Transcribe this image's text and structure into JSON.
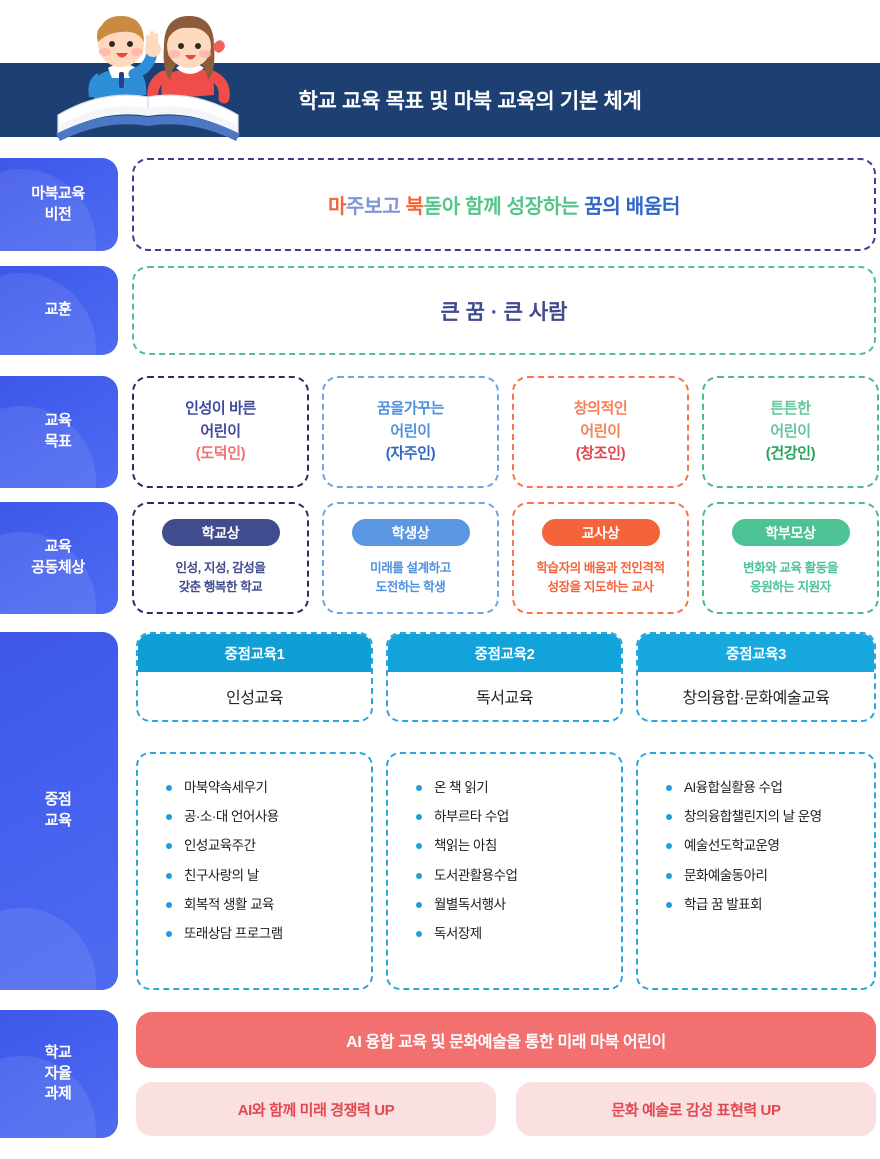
{
  "header": {
    "title": "학교 교육 목표 및 마북 교육의 기본 체계",
    "band_color": "#1d3f72",
    "illustration": "two-children-reading-book-illustration"
  },
  "sidebar": {
    "items": [
      {
        "label": "마북교육\n비전"
      },
      {
        "label": "교훈"
      },
      {
        "label": "교육\n목표"
      },
      {
        "label": "교육\n공동체상"
      },
      {
        "label": "중점\n교육"
      },
      {
        "label": "학교\n자율\n과제"
      }
    ],
    "color": "#4460ee"
  },
  "vision": {
    "segments": [
      {
        "text": "마",
        "color": "#f4633a"
      },
      {
        "text": "주보고 ",
        "color": "#7f95d6"
      },
      {
        "text": "북",
        "color": "#f4633a"
      },
      {
        "text": "돋아 함께 성장하는 ",
        "color": "#54c48a"
      },
      {
        "text": "꿈의 배움터",
        "color": "#2f66c9"
      }
    ],
    "border_color": "#3f3f8f"
  },
  "motto": {
    "text": "큰 꿈 · 큰 사람",
    "text_color": "#404a8e",
    "border_color": "#53c08d"
  },
  "goals": [
    {
      "line1": "인성이 바른",
      "line2": "어린이",
      "sub": "(도덕인)",
      "text_color": "#3f4a9c",
      "sub_color": "#f2706f",
      "border_color": "#26305e"
    },
    {
      "line1": "꿈을가꾸는",
      "line2": "어린이",
      "sub": "(자주인)",
      "text_color": "#4e8fe0",
      "sub_color": "#2f66c9",
      "border_color": "#6ba6e6"
    },
    {
      "line1": "창의적인",
      "line2": "어린이",
      "sub": "(창조인)",
      "text_color": "#f58055",
      "sub_color": "#e2474f",
      "border_color": "#f4764f"
    },
    {
      "line1": "튼튼한",
      "line2": "어린이",
      "sub": "(건강인)",
      "text_color": "#5fc79a",
      "sub_color": "#27a25f",
      "border_color": "#4fb98b"
    }
  ],
  "community": [
    {
      "badge": "학교상",
      "desc": "인성, 지성, 감성을\n갖춘 행복한 학교",
      "badge_color": "#414c8e",
      "text_color": "#414c8e",
      "border_color": "#26305e"
    },
    {
      "badge": "학생상",
      "desc": "미래를 설계하고\n도전하는 학생",
      "badge_color": "#5b96e2",
      "text_color": "#4e8fe0",
      "border_color": "#6ba6e6"
    },
    {
      "badge": "교사상",
      "desc": "학습자의 배움과 전인격적\n성장을 지도하는 교사",
      "badge_color": "#f4633a",
      "text_color": "#f4633a",
      "border_color": "#f4764f"
    },
    {
      "badge": "학부모상",
      "desc": "변화와 교육 활동을\n응원하는 지원자",
      "badge_color": "#4dc295",
      "text_color": "#4dc295",
      "border_color": "#4fb98b"
    }
  ],
  "focus": [
    {
      "tag": "중점교육1",
      "name": "인성교육",
      "tag_color": "#0f9fd4",
      "border_color": "#2ca5dd",
      "items": [
        "마북약속세우기",
        "공·소·대 언어사용",
        "인성교육주간",
        "친구사랑의 날",
        "회복적 생활 교육",
        " 또래상담 프로그램"
      ]
    },
    {
      "tag": "중점교육2",
      "name": "독서교육",
      "tag_color": "#11a3da",
      "border_color": "#2ca5dd",
      "items": [
        "온 책 읽기",
        "하부르타 수업",
        "책읽는 아침",
        "도서관활용수업",
        "월별독서행사",
        "독서장제"
      ]
    },
    {
      "tag": "중점교육3",
      "name": "창의융합·문화예술교육",
      "tag_color": "#17a9dd",
      "border_color": "#2ca5dd",
      "items": [
        "AI융합실활용 수업",
        "창의융합챌린지의 날 운영",
        "예술선도학교운영",
        "문화예술동아리",
        "학급 꿈 발표회"
      ]
    }
  ],
  "autonomy": {
    "main": "AI 융합 교육 및 문화예술을 통한 미래 마북 어린이",
    "main_bg": "#f2706f",
    "sub_bg": "#fae0e0",
    "sub_text_color": "#e2474f",
    "subs": [
      "AI와 함께 미래 경쟁력 UP",
      "문화 예술로 감성 표현력 UP"
    ]
  }
}
